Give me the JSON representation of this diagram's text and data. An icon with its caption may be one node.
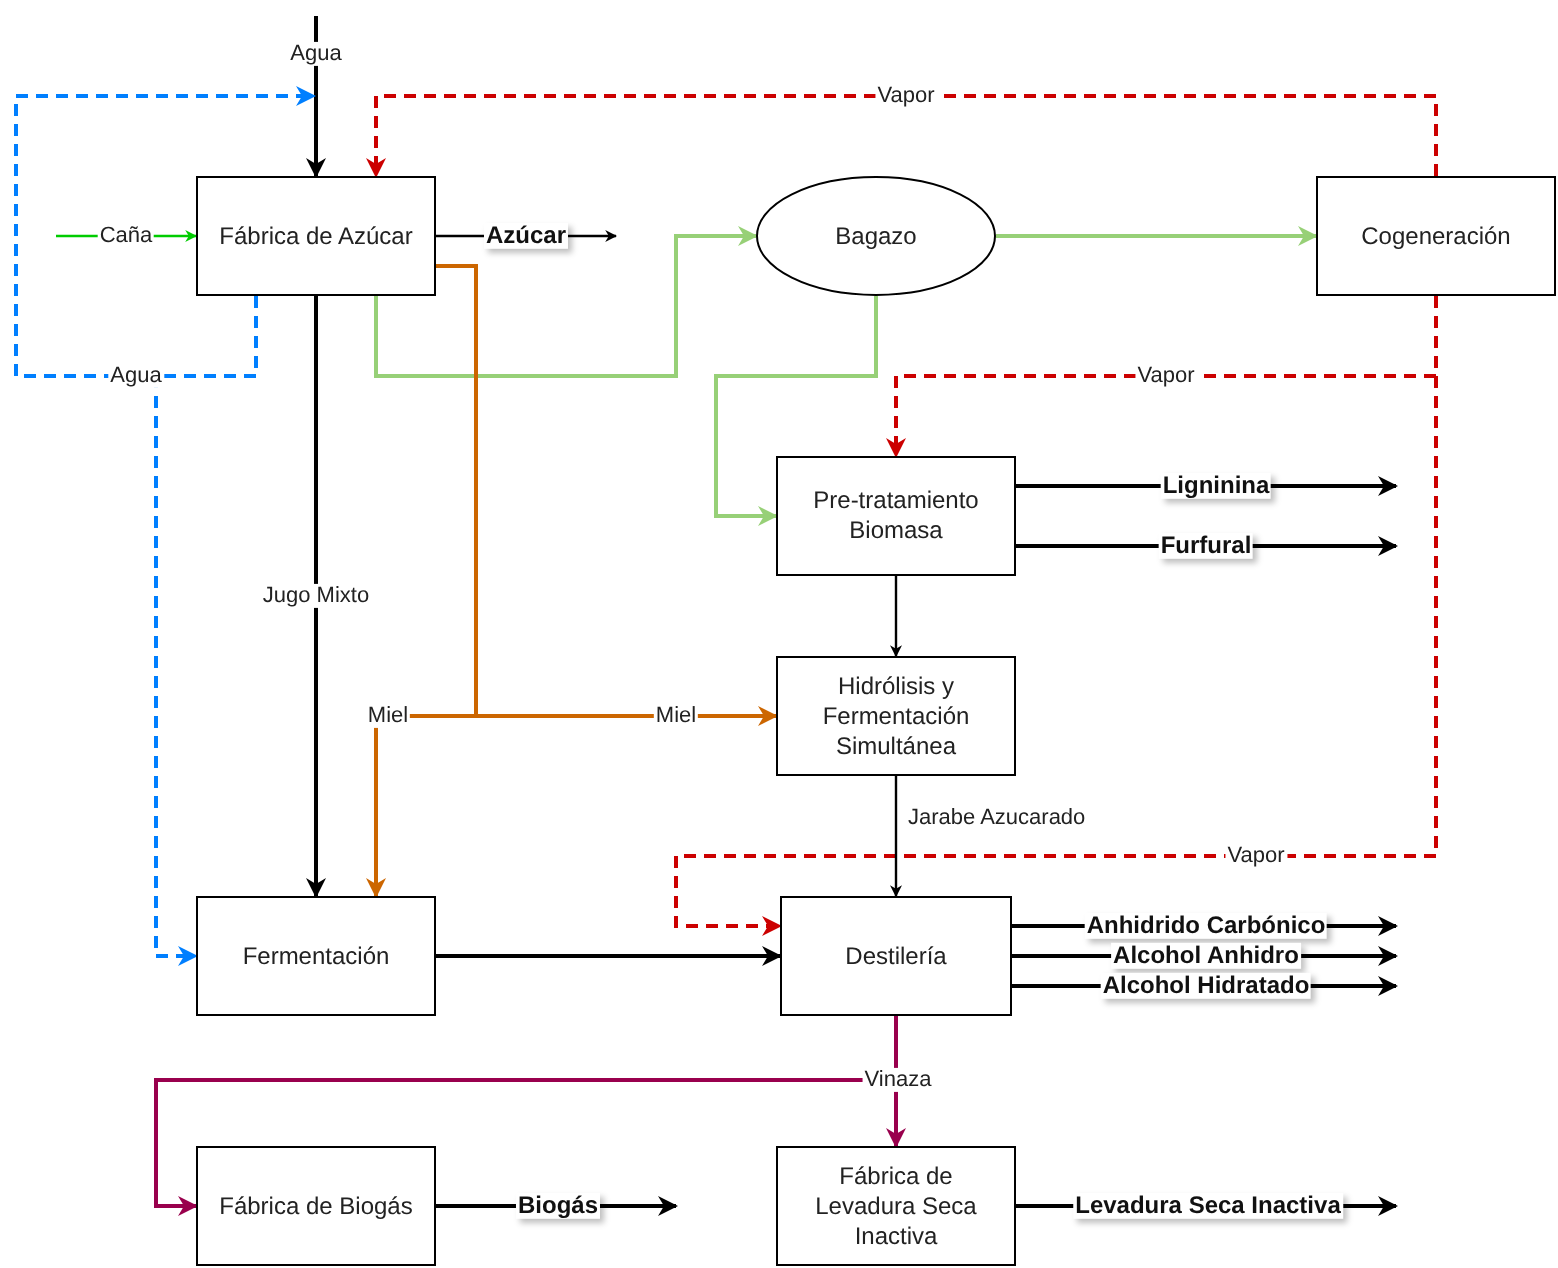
{
  "diagram": {
    "nodes": [
      {
        "text": [
          "Fábrica de Azúcar"
        ]
      },
      {
        "text": [
          "Bagazo"
        ]
      },
      {
        "text": [
          "Cogeneración"
        ]
      },
      {
        "text": [
          "Pre-tratamiento Biomasa"
        ]
      },
      {
        "text": [
          "Hidrólisis y Fermentación Simultánea"
        ]
      },
      {
        "text": [
          "Fermentación"
        ]
      },
      {
        "text": [
          "Destilería"
        ]
      },
      {
        "text": [
          "Fábrica de Biogás"
        ]
      },
      {
        "text": [
          "Fábrica de Levadura Seca Inactiva"
        ]
      }
    ],
    "edges": [
      {
        "from": null,
        "to": 0,
        "arrow": "to",
        "label": "Agua"
      },
      {
        "from": null,
        "to": 0,
        "arrow": "to",
        "label": "Caña",
        "color": "#00cc00"
      },
      {
        "from": 0,
        "to": null,
        "arrow": "to",
        "label": "Azúcar"
      },
      {
        "from": 0,
        "to": 1,
        "arrow": "to",
        "color": "#97d077"
      },
      {
        "from": 1,
        "to": 3,
        "arrow": "to",
        "color": "#97d077"
      },
      {
        "from": 1,
        "to": 2,
        "arrow": "to",
        "color": "#97d077"
      },
      {
        "from": 2,
        "to": 0,
        "arrow": "to",
        "label": "Vapor",
        "style": "dashed",
        "color": "#cc0000"
      },
      {
        "from": 2,
        "to": 3,
        "arrow": "to",
        "label": "Vapor",
        "style": "dashed",
        "color": "#cc0000"
      },
      {
        "from": 2,
        "to": 6,
        "arrow": "to",
        "label": "Vapor",
        "style": "dashed",
        "color": "#cc0000"
      },
      {
        "from": 3,
        "to": null,
        "arrow": "to",
        "label": "Ligninina"
      },
      {
        "from": 3,
        "to": null,
        "arrow": "to",
        "label": "Furfural"
      },
      {
        "from": 3,
        "to": 4,
        "arrow": "to"
      },
      {
        "from": 0,
        "to": 4,
        "arrow": "to",
        "label": "Miel",
        "color": "#cc6600"
      },
      {
        "from": 0,
        "to": 5,
        "arrow": "to",
        "label": "Miel",
        "color": "#cc6600"
      },
      {
        "from": 0,
        "to": 5,
        "arrow": "to",
        "label": "Jugo Mixto"
      },
      {
        "from": 0,
        "to": null,
        "arrow": "to",
        "style": "dashed",
        "color": "#007fff"
      },
      {
        "from": 0,
        "to": 5,
        "arrow": "to",
        "label": "Agua",
        "style": "dashed",
        "color": "#007fff"
      },
      {
        "from": 4,
        "to": 6,
        "arrow": "to",
        "label": "Jarabe Azucarado"
      },
      {
        "from": 5,
        "to": 6,
        "arrow": "to"
      },
      {
        "from": 6,
        "to": null,
        "arrow": "to",
        "label": "Anhidrido Carbónico"
      },
      {
        "from": 6,
        "to": null,
        "arrow": "to",
        "label": "Alcohol Anhidro"
      },
      {
        "from": 6,
        "to": null,
        "arrow": "to",
        "label": "Alcohol Hidratado"
      },
      {
        "from": 6,
        "to": 7,
        "arrow": "to",
        "color": "#99004d"
      },
      {
        "from": 6,
        "to": 8,
        "arrow": "to",
        "label": "Vinaza",
        "color": "#99004d"
      },
      {
        "from": 7,
        "to": null,
        "arrow": "to",
        "label": "Biogás"
      },
      {
        "from": 8,
        "to": null,
        "arrow": "to",
        "label": "Levadura Seca Inactiva"
      }
    ]
  }
}
